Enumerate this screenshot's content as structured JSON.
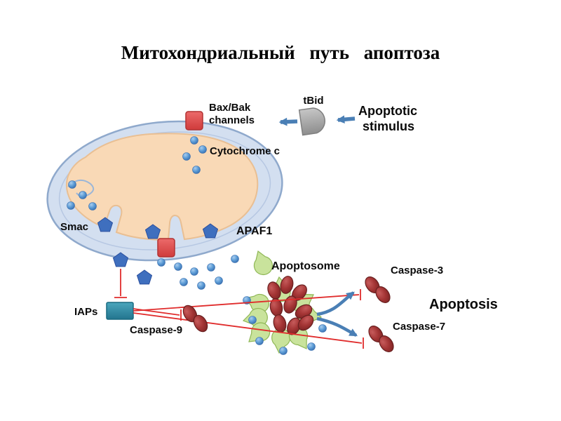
{
  "slide": {
    "title": "Митохондриальный  путь  апоптоза"
  },
  "diagram": {
    "labels": {
      "bax_bak_line1": "Bax/Bak",
      "bax_bak_line2": "channels",
      "tbid": "tBid",
      "stimulus_line1": "Apoptotic",
      "stimulus_line2": "stimulus",
      "cytochrome_c": "Cytochrome c",
      "smac": "Smac",
      "apaf1": "APAF1",
      "apoptosome": "Apoptosome",
      "iaps": "IAPs",
      "caspase9": "Caspase-9",
      "caspase3": "Caspase-3",
      "caspase7": "Caspase-7",
      "apoptosis": "Apoptosis"
    },
    "colors": {
      "mito_outer": "#d3dff0",
      "mito_outer_stroke": "#8fa9cc",
      "mito_matrix": "#f9d9b6",
      "mito_matrix_stroke": "#e9bf93",
      "channel_red": "#e04f4f",
      "dot_blue": "#5b9bd5",
      "pentagon_blue": "#3f6fbe",
      "pacman_green": "#c9e39c",
      "oval_red": "#a33434",
      "iaps_teal": "#2e8ea8",
      "arrow_blue": "#4a7fb5",
      "inhibit_red": "#e02c2c",
      "tbid_gray": "#a9a9a9",
      "text": "#0a0a0a",
      "background": "#ffffff"
    }
  }
}
